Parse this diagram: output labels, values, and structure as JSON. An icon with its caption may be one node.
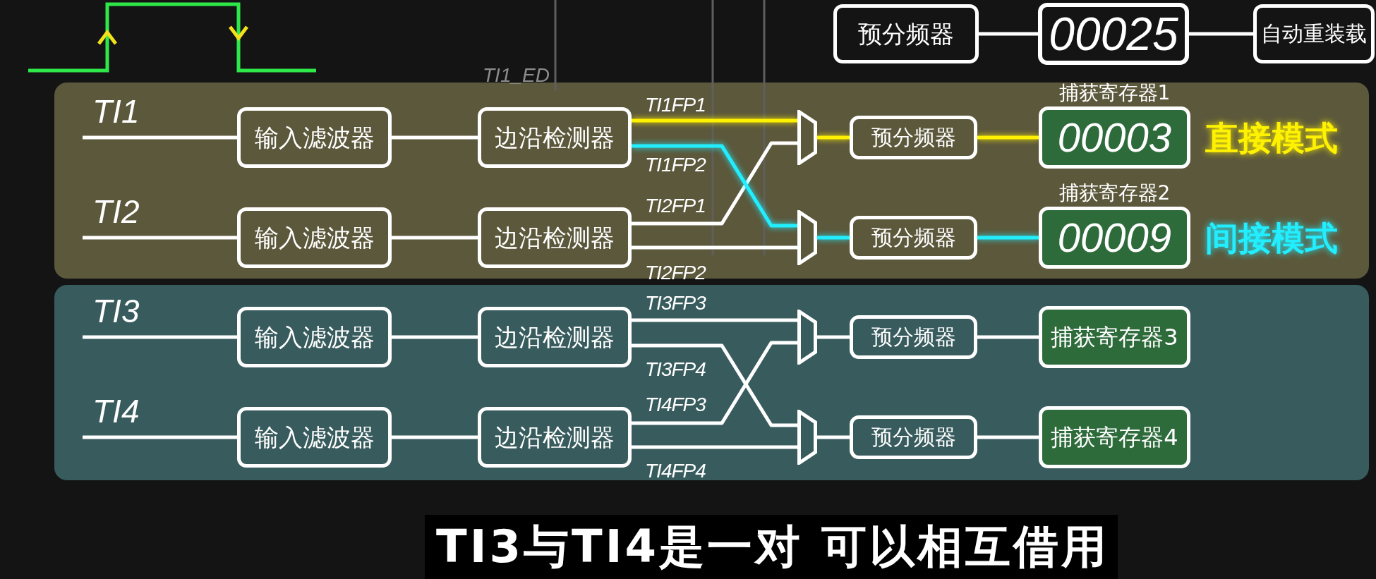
{
  "diagram": {
    "caption": "TI3与TI4是一对 可以相互借用",
    "nodes": [
      {
        "text": [
          "预分频器"
        ]
      },
      {
        "text": [
          "00025"
        ]
      },
      {
        "text": [
          "自动重装载"
        ]
      },
      {
        "text": [],
        "shape": "box"
      },
      {
        "text": [
          "输入滤波器"
        ],
        "in": 3
      },
      {
        "text": [
          "边沿检测器"
        ],
        "in": 3
      },
      {
        "text": [],
        "shape": "trapezoid",
        "in": 3
      },
      {
        "text": [
          "预分频器"
        ],
        "in": 3
      },
      {
        "text": [
          "00003"
        ],
        "beside": [
          "捕获寄存器1"
        ],
        "in": 3
      },
      {
        "text": [
          "输入滤波器"
        ],
        "in": 3
      },
      {
        "text": [
          "边沿检测器"
        ],
        "in": 3
      },
      {
        "text": [],
        "shape": "trapezoid",
        "in": 3
      },
      {
        "text": [
          "预分频器"
        ],
        "in": 3
      },
      {
        "text": [
          "00009"
        ],
        "beside": [
          "捕获寄存器2"
        ],
        "in": 3
      },
      {
        "text": [],
        "shape": "box"
      },
      {
        "text": [
          "输入滤波器"
        ],
        "in": 14
      },
      {
        "text": [
          "边沿检测器"
        ],
        "in": 14
      },
      {
        "text": [],
        "shape": "trapezoid",
        "in": 14
      },
      {
        "text": [
          "预分频器"
        ],
        "in": 14
      },
      {
        "text": [
          "捕获寄存器3"
        ],
        "in": 14
      },
      {
        "text": [
          "输入滤波器"
        ],
        "in": 14
      },
      {
        "text": [
          "边沿检测器"
        ],
        "in": 14
      },
      {
        "text": [],
        "shape": "trapezoid",
        "in": 14
      },
      {
        "text": [
          "预分频器"
        ],
        "in": 14
      },
      {
        "text": [
          "捕获寄存器4"
        ],
        "in": 14
      }
    ],
    "edges": [
      {
        "from": 0,
        "to": 1,
        "arrow": "none"
      },
      {
        "from": 1,
        "to": 2,
        "arrow": "none"
      },
      {
        "from": null,
        "to": 4,
        "arrow": "none",
        "label": "TI1"
      },
      {
        "from": 4,
        "to": 5,
        "arrow": "none"
      },
      {
        "from": 5,
        "to": 6,
        "arrow": "none",
        "label": "TI1FP1",
        "color": "#fff200"
      },
      {
        "from": 5,
        "to": 11,
        "arrow": "none",
        "label": "TI1FP2",
        "color": "#22eeff"
      },
      {
        "from": 6,
        "to": 7,
        "arrow": "none",
        "color": "#fff200"
      },
      {
        "from": 7,
        "to": 8,
        "arrow": "none",
        "color": "#fff200"
      },
      {
        "from": null,
        "to": 9,
        "arrow": "none",
        "label": "TI2"
      },
      {
        "from": 9,
        "to": 10,
        "arrow": "none"
      },
      {
        "from": 10,
        "to": 6,
        "arrow": "none",
        "label": "TI2FP1"
      },
      {
        "from": 10,
        "to": 11,
        "arrow": "none",
        "label": "TI2FP2"
      },
      {
        "from": 11,
        "to": 12,
        "arrow": "none",
        "color": "#22eeff"
      },
      {
        "from": 12,
        "to": 13,
        "arrow": "none",
        "color": "#22eeff"
      },
      {
        "from": null,
        "to": 15,
        "arrow": "none",
        "label": "TI3"
      },
      {
        "from": 15,
        "to": 16,
        "arrow": "none"
      },
      {
        "from": 16,
        "to": 17,
        "arrow": "none",
        "label": "TI3FP3"
      },
      {
        "from": 16,
        "to": 22,
        "arrow": "none",
        "label": "TI3FP4"
      },
      {
        "from": 17,
        "to": 18,
        "arrow": "none"
      },
      {
        "from": 18,
        "to": 19,
        "arrow": "none"
      },
      {
        "from": null,
        "to": 20,
        "arrow": "none",
        "label": "TI4"
      },
      {
        "from": 20,
        "to": 21,
        "arrow": "none"
      },
      {
        "from": 21,
        "to": 17,
        "arrow": "none",
        "label": "TI4FP3"
      },
      {
        "from": 21,
        "to": 22,
        "arrow": "none",
        "label": "TI4FP4"
      },
      {
        "from": 22,
        "to": 23,
        "arrow": "none"
      },
      {
        "from": 23,
        "to": 24,
        "arrow": "none"
      }
    ],
    "labels": [
      "TI1_ED",
      "直接模式",
      "间接模式"
    ]
  }
}
